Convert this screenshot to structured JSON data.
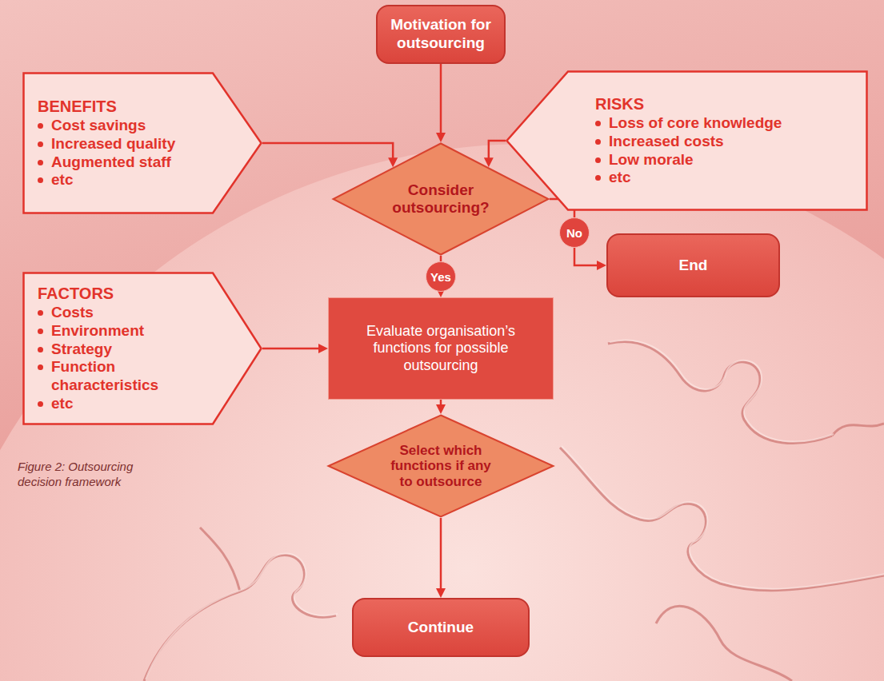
{
  "diagram": {
    "caption": "Figure 2: Outsourcing decision framework",
    "nodes": [
      {
        "text": [
          "Motivation for outsourcing"
        ]
      },
      {
        "text": [
          "BENEFITS",
          "Cost savings",
          "Increased quality",
          "Augmented staff",
          "etc"
        ]
      },
      {
        "text": [
          "RISKS",
          "Loss of core knowledge",
          "Increased costs",
          "Low morale",
          "etc"
        ]
      },
      {
        "text": [
          "Consider outsourcing?"
        ]
      },
      {
        "text": [
          "End"
        ]
      },
      {
        "text": [
          "FACTORS",
          "Costs",
          "Environment",
          "Strategy",
          "Function characteristics",
          "etc"
        ]
      },
      {
        "text": [
          "Evaluate organisation’s functions for possible outsourcing"
        ]
      },
      {
        "text": [
          "Select which functions if any to outsource"
        ]
      },
      {
        "text": [
          "Continue"
        ]
      }
    ],
    "edges": [
      {
        "from": 0,
        "to": 3,
        "arrow": "to"
      },
      {
        "from": 1,
        "to": 3,
        "arrow": "to"
      },
      {
        "from": 2,
        "to": 3,
        "arrow": "to"
      },
      {
        "from": 3,
        "to": 4,
        "arrow": "to",
        "label": "No"
      },
      {
        "from": 3,
        "to": 6,
        "arrow": "to",
        "label": "Yes"
      },
      {
        "from": 5,
        "to": 6,
        "arrow": "to"
      },
      {
        "from": 6,
        "to": 7,
        "arrow": "to"
      },
      {
        "from": 7,
        "to": 8,
        "arrow": "to"
      }
    ]
  }
}
